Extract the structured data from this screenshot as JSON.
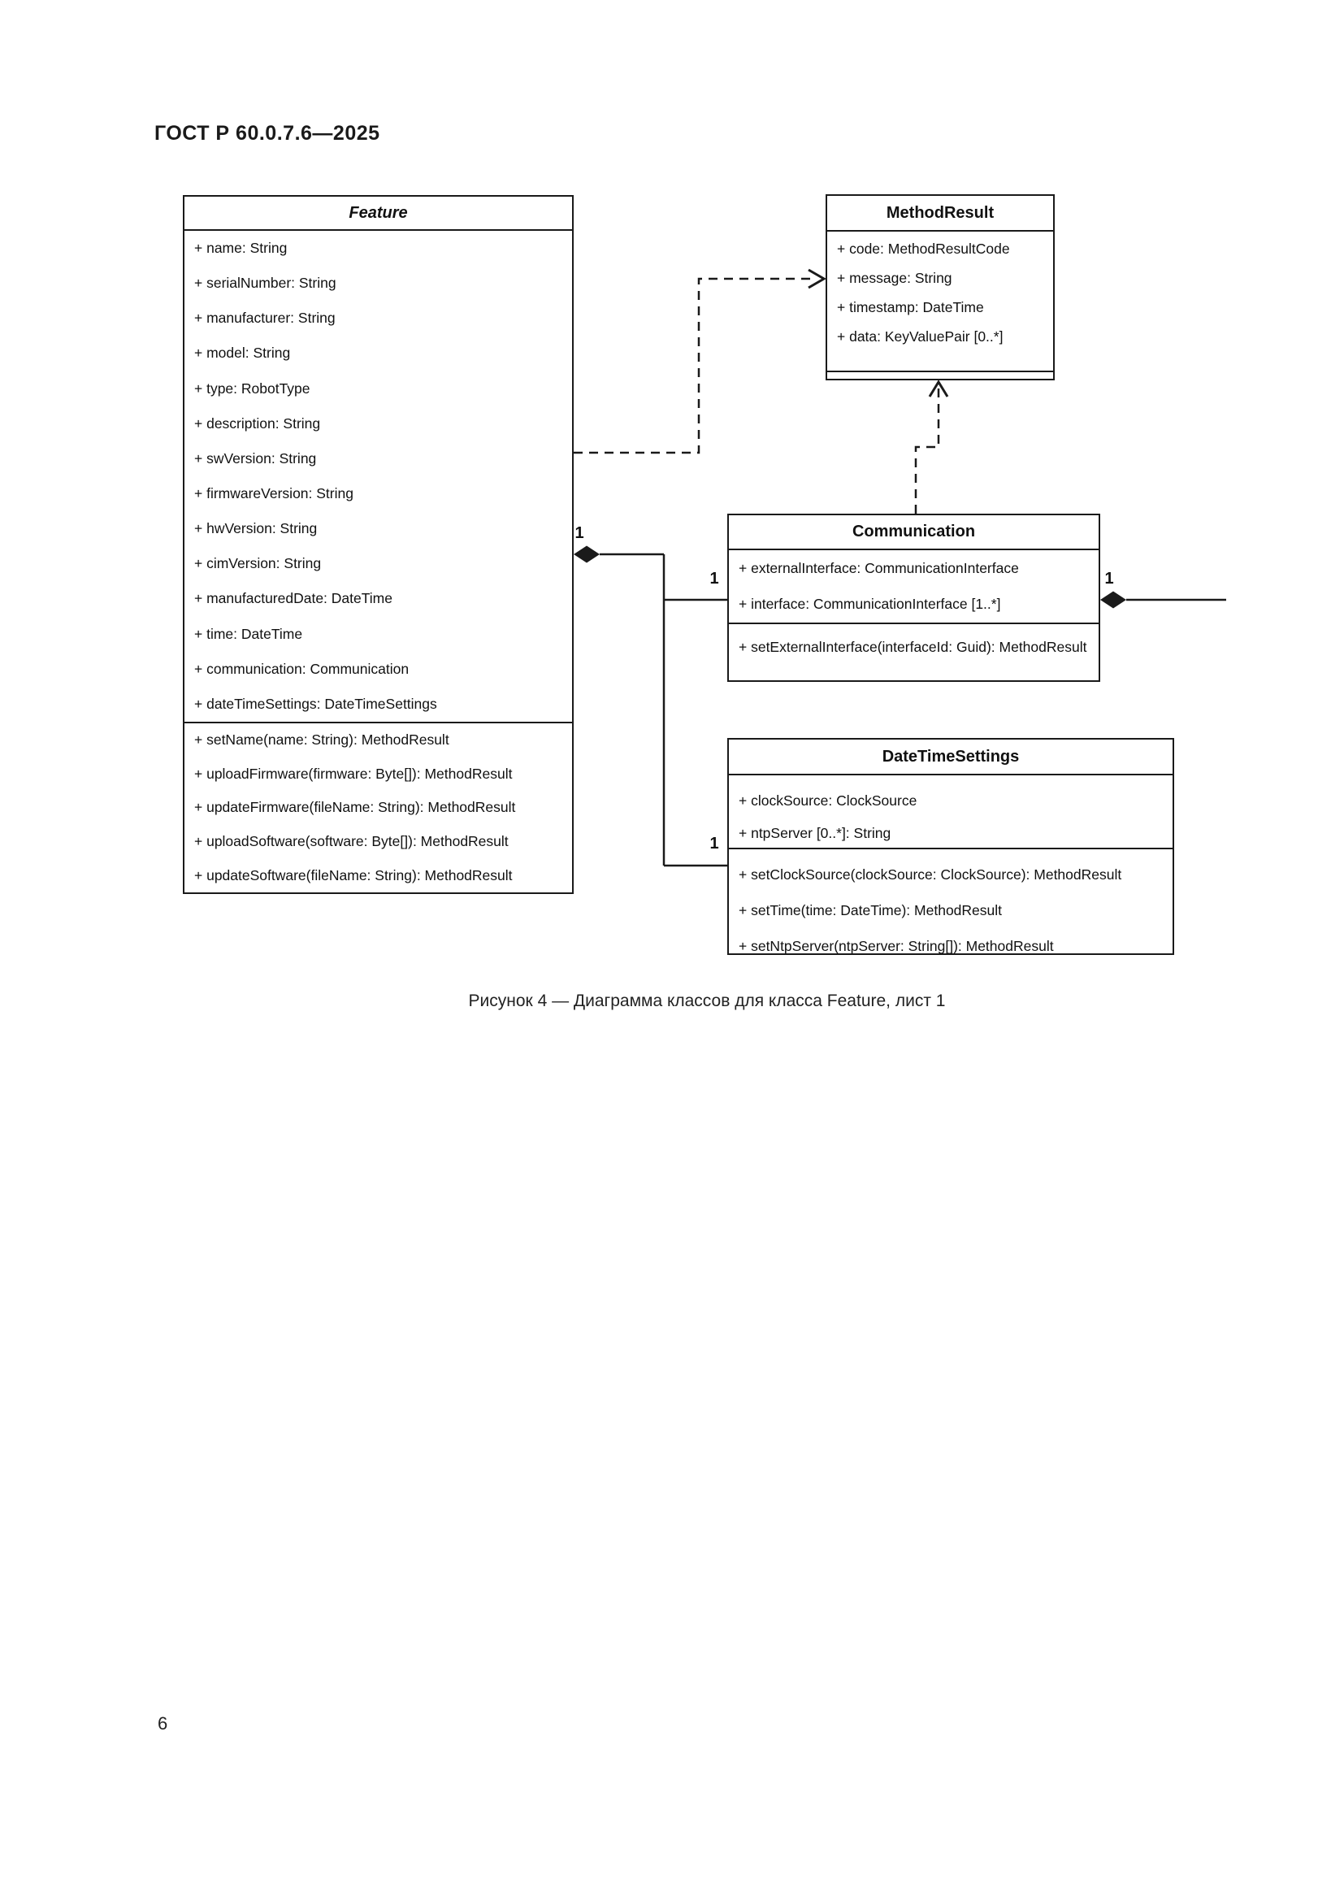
{
  "page": {
    "header": "ГОСТ Р 60.0.7.6—2025",
    "caption": "Рисунок 4 — Диаграмма классов для класса Feature, лист 1",
    "page_number": "6"
  },
  "diagram": {
    "type": "uml-class-diagram",
    "classes": [
      {
        "name": "Feature",
        "attributes": [
          "+ name: String",
          "+ serialNumber: String",
          "+ manufacturer: String",
          "+ model: String",
          "+ type: RobotType",
          "+ description: String",
          "+ swVersion: String",
          "+ firmwareVersion: String",
          "+ hwVersion: String",
          "+ cimVersion: String",
          "+ manufacturedDate: DateTime",
          "+ time: DateTime",
          "+ communication: Communication",
          "+ dateTimeSettings: DateTimeSettings"
        ],
        "methods": [
          "+ setName(name: String): MethodResult",
          "+ uploadFirmware(firmware: Byte[]): MethodResult",
          "+ updateFirmware(fileName: String): MethodResult",
          "+ uploadSoftware(software: Byte[]): MethodResult",
          "+ updateSoftware(fileName: String): MethodResult"
        ]
      },
      {
        "name": "MethodResult",
        "attributes": [
          "+ code: MethodResultCode",
          "+ message: String",
          "+ timestamp: DateTime",
          "+ data: KeyValuePair [0..*]"
        ],
        "methods": []
      },
      {
        "name": "Communication",
        "attributes": [
          "+ externalInterface: CommunicationInterface",
          "+ interface: CommunicationInterface [1..*]"
        ],
        "methods": [
          "+ setExternalInterface(interfaceId: Guid): MethodResult"
        ]
      },
      {
        "name": "DateTimeSettings",
        "attributes": [
          "+ clockSource: ClockSource",
          "+ ntpServer [0..*]: String"
        ],
        "methods": [
          "+ setClockSource(clockSource: ClockSource): MethodResult",
          "+ setTime(time: DateTime): MethodResult",
          "+ setNtpServer(ntpServer: String[]): MethodResult"
        ]
      }
    ],
    "relations": {
      "feature_composition_label": "1",
      "communication_end_label": "1",
      "datetimesettings_end_label": "1",
      "communication_right_label": "1"
    }
  }
}
